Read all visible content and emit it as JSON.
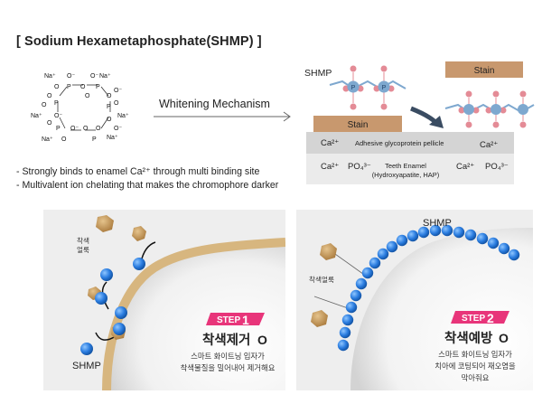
{
  "title": "[ Sodium Hexametaphosphate(SHMP) ]",
  "mechanism_label": "Whitening Mechanism",
  "bullets": [
    "- Strongly binds to enamel Ca²⁺ through multi binding site",
    "- Multivalent ion chelating that makes the chromophore darker"
  ],
  "molecule": {
    "na_label": "Na⁺",
    "atoms": [
      "O⁻",
      "O",
      "P",
      "O",
      "O⁻",
      "O",
      "P",
      "O",
      "O⁻",
      "O",
      "P",
      "O",
      "O⁻",
      "O",
      "P",
      "O",
      "O⁻",
      "O",
      "P",
      "O",
      "O⁻",
      "O",
      "P",
      "O"
    ]
  },
  "mechanism_diagram": {
    "shmp_label": "SHMP",
    "stain_label_left": "Stain",
    "stain_label_right": "Stain",
    "ca_label": "Ca²⁺",
    "po4_label": "PO₄³⁻",
    "pellicle_label": "Adhesive glycoprotein pellicle",
    "enamel_label": "Teeth Enamel",
    "enamel_sub_label": "(Hydroxyapatite, HAP)",
    "p_label": "P"
  },
  "panel_left": {
    "stain_label": "착색\n얼룩",
    "shmp_label": "SHMP",
    "step_word": "STEP",
    "step_num": "1",
    "heading": "착색제거",
    "heading_mark": "O",
    "desc": [
      "스마트 화이트닝 입자가",
      "착색물질을 밀어내어 제거해요"
    ]
  },
  "panel_right": {
    "shmp_label": "SHMP",
    "stain_label": "착색얼룩",
    "step_word": "STEP",
    "step_num": "2",
    "heading": "착색예방",
    "heading_mark": "O",
    "desc": [
      "스마트 화이트닝 입자가",
      "치아에 코팅되어 재오염을",
      "막아줘요"
    ]
  },
  "colors": {
    "step_badge": "#e8357a",
    "stain_bar": "#c8986e",
    "bead_blue": "#2b7de0",
    "pellicle": "#d4d4d4",
    "enamel": "#ebebeb",
    "p_bead": "#7ea8cf",
    "o_bead": "#e48b96"
  }
}
